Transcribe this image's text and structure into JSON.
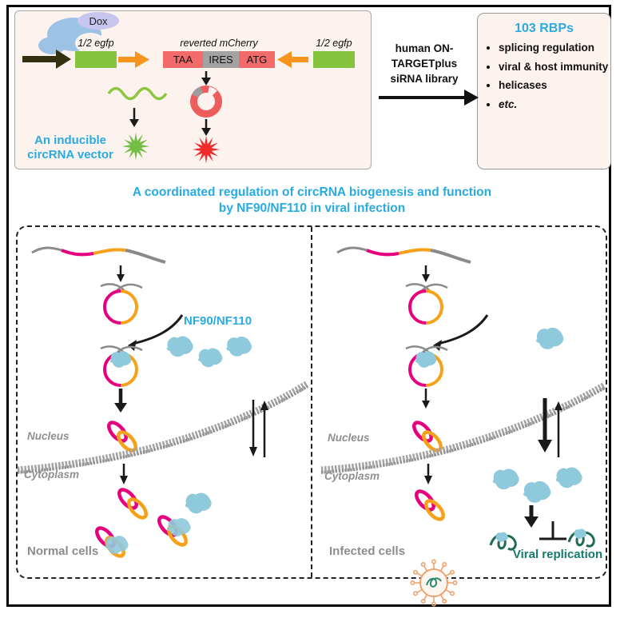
{
  "top_panel": {
    "dox": "Dox",
    "egfp_left": "1/2 egfp",
    "reverted_mcherry": "reverted mCherry",
    "taa": "TAA",
    "ires": "IRES",
    "atg": "ATG",
    "egfp_right": "1/2 egfp",
    "vector_label": "An inducible circRNA vector"
  },
  "sirna_library": {
    "lines": [
      "human ON-",
      "TARGETplus",
      "siRNA library"
    ]
  },
  "rbp_box": {
    "title": "103 RBPs",
    "items": [
      "splicing regulation",
      "viral & host immunity",
      "helicases",
      "etc."
    ]
  },
  "section_title": {
    "line1": "A coordinated regulation of circRNA biogenesis and function",
    "line2": "by NF90/NF110 in viral infection"
  },
  "left_panel": {
    "nf_label": "NF90/NF110",
    "nucleus_label": "Nucleus",
    "cytoplasm_label": "Cytoplasm",
    "cell_label": "Normal cells"
  },
  "right_panel": {
    "nucleus_label": "Nucleus",
    "cytoplasm_label": "Cytoplasm",
    "cell_label": "Infected cells",
    "viral_replication_label": "Viral replication"
  },
  "colors": {
    "accent_blue": "#29abe2",
    "magenta": "#e6007e",
    "orange": "#f7a11a",
    "green": "#8dc63f",
    "red_box": "#f26a6a",
    "protein_blob_blue": "#8fc9dc",
    "viral_green": "#1e6b50",
    "label_gray": "#8f8f8f",
    "panel_pink": "#fcf2ee"
  }
}
